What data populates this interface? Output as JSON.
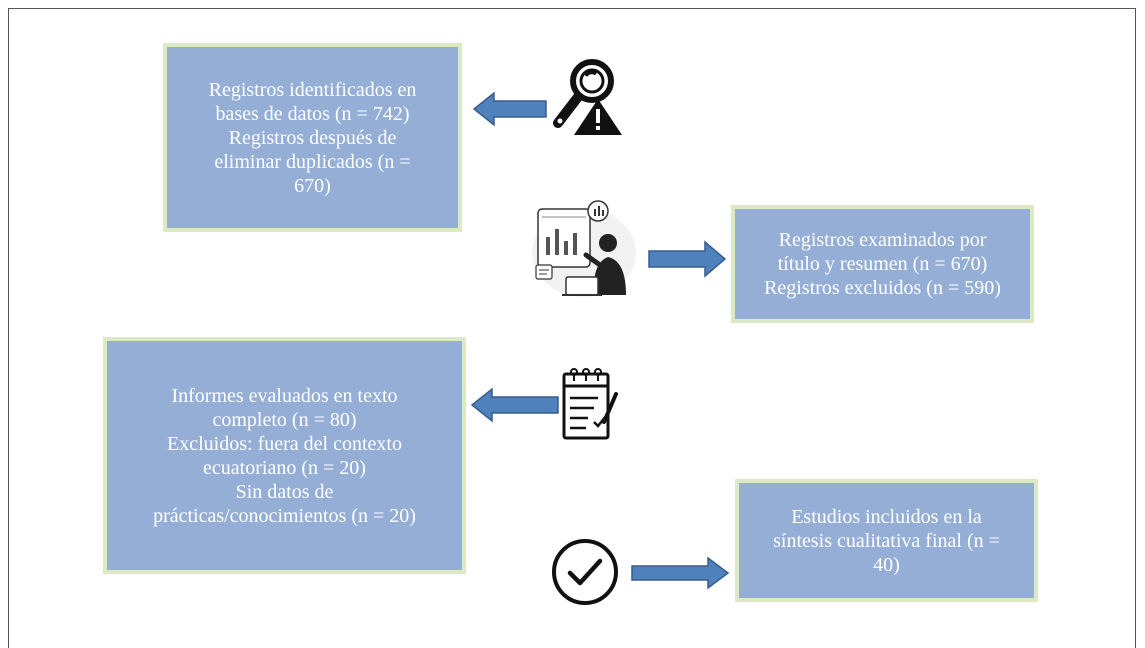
{
  "boxes": {
    "identification": {
      "lines": [
        "Registros identificados en",
        "bases de datos (n = 742)",
        "Registros después de",
        "eliminar duplicados (n =",
        "670)"
      ]
    },
    "screening": {
      "lines": [
        "Registros examinados por",
        "título y resumen (n = 670)",
        "Registros excluidos (n = 590)"
      ]
    },
    "eligibility": {
      "lines": [
        "Informes evaluados en texto",
        "completo (n = 80)",
        "Excluidos: fuera del contexto",
        "ecuatoriano (n = 20)",
        "Sin datos de",
        "prácticas/conocimientos (n = 20)"
      ]
    },
    "included": {
      "lines": [
        "Estudios incluidos en la",
        "síntesis cualitativa final (n =",
        "40)"
      ]
    }
  },
  "colors": {
    "box_fill": "#94aed6",
    "box_border": "#dce9c4",
    "arrow": "#4f81bd",
    "arrow_outline": "#385d8a"
  },
  "icons": [
    "search-warning-icon",
    "analyst-person-icon",
    "clipboard-checklist-icon",
    "check-circle-icon"
  ]
}
